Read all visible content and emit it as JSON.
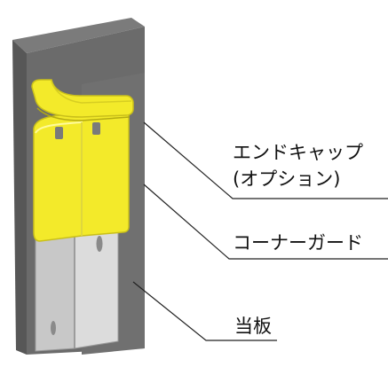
{
  "labels": {
    "end_cap_line1": "エンドキャップ",
    "end_cap_line2": "(オプション)",
    "corner_guard": "コーナーガード",
    "backing_plate": "当板"
  },
  "colors": {
    "pillar_front": "#6a6a6a",
    "pillar_side": "#555555",
    "pillar_top": "#7a7a7a",
    "guard_yellow": "#f3ea2a",
    "guard_shadow": "#c9c01c",
    "plate": "#d6d6d6",
    "leader_line": "#222222"
  }
}
